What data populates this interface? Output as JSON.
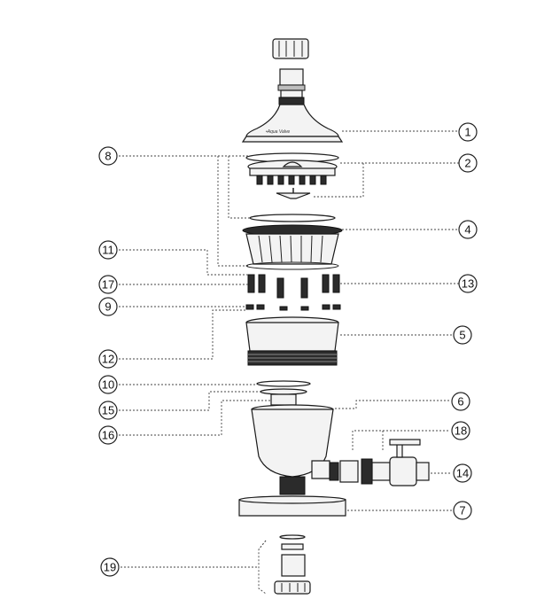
{
  "callouts": [
    {
      "id": "c1",
      "label": "1"
    },
    {
      "id": "c2",
      "label": "2"
    },
    {
      "id": "c4",
      "label": "4"
    },
    {
      "id": "c5",
      "label": "5"
    },
    {
      "id": "c6",
      "label": "6"
    },
    {
      "id": "c7",
      "label": "7"
    },
    {
      "id": "c8",
      "label": "8"
    },
    {
      "id": "c9",
      "label": "9"
    },
    {
      "id": "c10",
      "label": "10"
    },
    {
      "id": "c11",
      "label": "11"
    },
    {
      "id": "c12",
      "label": "12"
    },
    {
      "id": "c13",
      "label": "13"
    },
    {
      "id": "c14",
      "label": "14"
    },
    {
      "id": "c15",
      "label": "15"
    },
    {
      "id": "c16",
      "label": "16"
    },
    {
      "id": "c17",
      "label": "17"
    },
    {
      "id": "c18",
      "label": "18"
    },
    {
      "id": "c19",
      "label": "19"
    }
  ]
}
